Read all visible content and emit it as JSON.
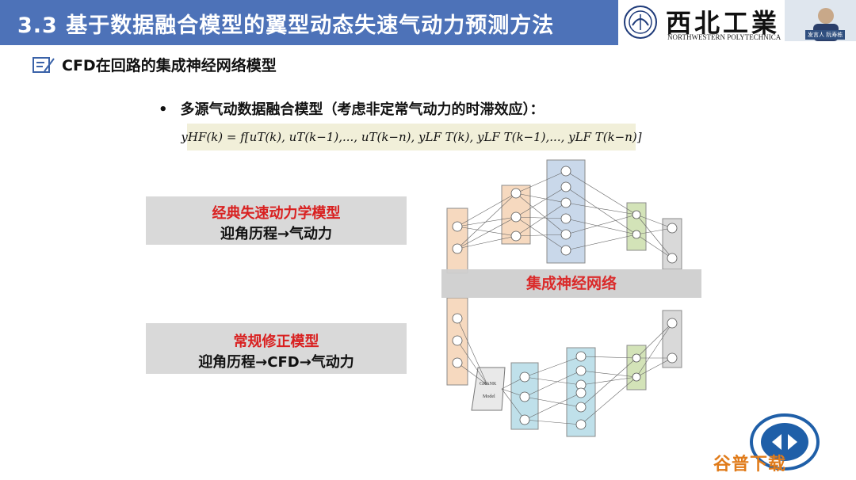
{
  "header": {
    "title": "3.3  基于数据融合模型的翼型动态失速气动力预测方法",
    "bg_color": "#4d72b8",
    "logo_cn": "西北工業",
    "logo_en": "NORTHWESTERN POLYTECHNICA",
    "video_label": "发言人 阮寿栋"
  },
  "subtitle": {
    "icon": "edit-note-icon",
    "text": "CFD在回路的集成神经网络模型"
  },
  "bullet": {
    "text": "多源气动数据融合模型（考虑非定常气动力的时滞效应）："
  },
  "formula": {
    "text": "yHF(k) = f[uT(k), uT(k−1),..., uT(k−n), yLF T(k), yLF T(k−1),..., yLF T(k−n)]"
  },
  "box1": {
    "title": "经典失速动力学模型",
    "text": "迎角历程→气动力"
  },
  "box2": {
    "title": "常规修正模型",
    "text": "迎角历程→CFD→气动力"
  },
  "network": {
    "label": "集成神经网络",
    "grank_text": "GRANK",
    "grank_sub": "Model"
  },
  "footer": {
    "watermark": "谷普下载"
  },
  "colors": {
    "accent_red": "#d92020",
    "box_gray": "#d9d9d9",
    "formula_bg": "#f1efd9"
  }
}
